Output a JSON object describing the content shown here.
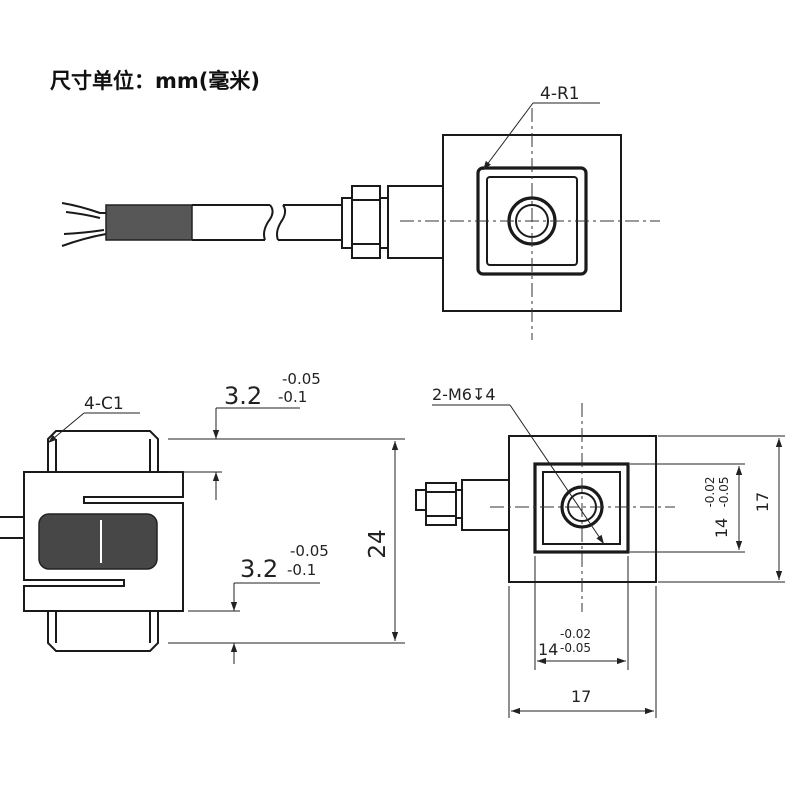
{
  "header": {
    "unit_label": "尺寸单位：mm(毫米)"
  },
  "top_view": {
    "corner_radius_label": "4-R1"
  },
  "side_view": {
    "chamfer_label": "4-C1",
    "slot_upper": {
      "main": "3.2",
      "tol_upper": "-0.05",
      "tol_lower": "-0.1"
    },
    "slot_lower": {
      "main": "3.2",
      "tol_upper": "-0.05",
      "tol_lower": "-0.1"
    },
    "height_label": "24"
  },
  "front_view": {
    "thread_label": "2-M6↧4",
    "inner_width": {
      "main": "14",
      "tol_upper": "-0.02",
      "tol_lower": "-0.05"
    },
    "inner_height": {
      "main": "14",
      "tol_upper": "-0.02",
      "tol_lower": "-0.05"
    },
    "outer_width_label": "17",
    "outer_height_label": "17"
  }
}
